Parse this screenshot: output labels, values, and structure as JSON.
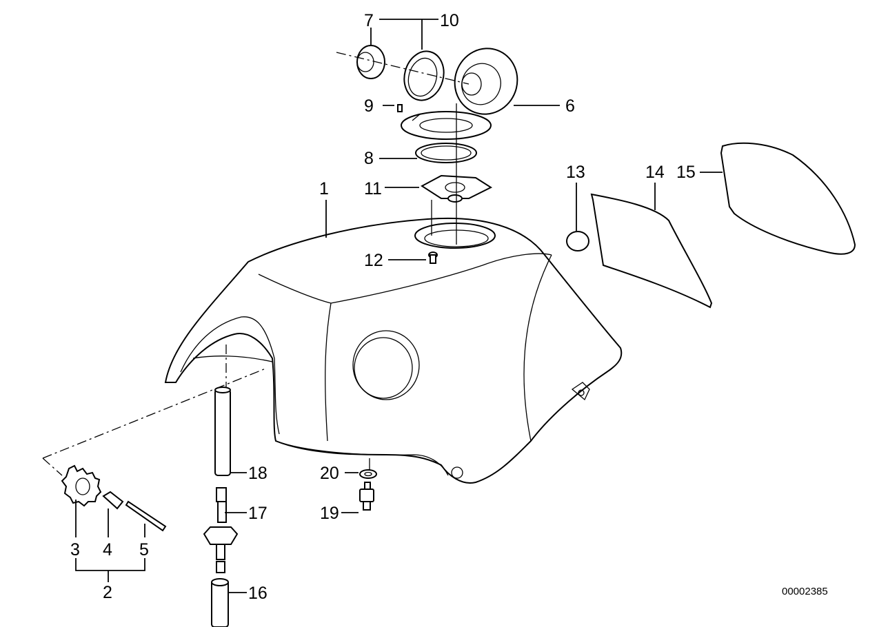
{
  "labels": {
    "l1": "1",
    "l2": "2",
    "l3": "3",
    "l4": "4",
    "l5": "5",
    "l6": "6",
    "l7": "7",
    "l8": "8",
    "l9": "9",
    "l10": "10",
    "l11": "11",
    "l12": "12",
    "l13": "13",
    "l14": "14",
    "l15": "15",
    "l16": "16",
    "l17": "17",
    "l18": "18",
    "l19": "19",
    "l20": "20"
  },
  "reference_number": "00002385"
}
